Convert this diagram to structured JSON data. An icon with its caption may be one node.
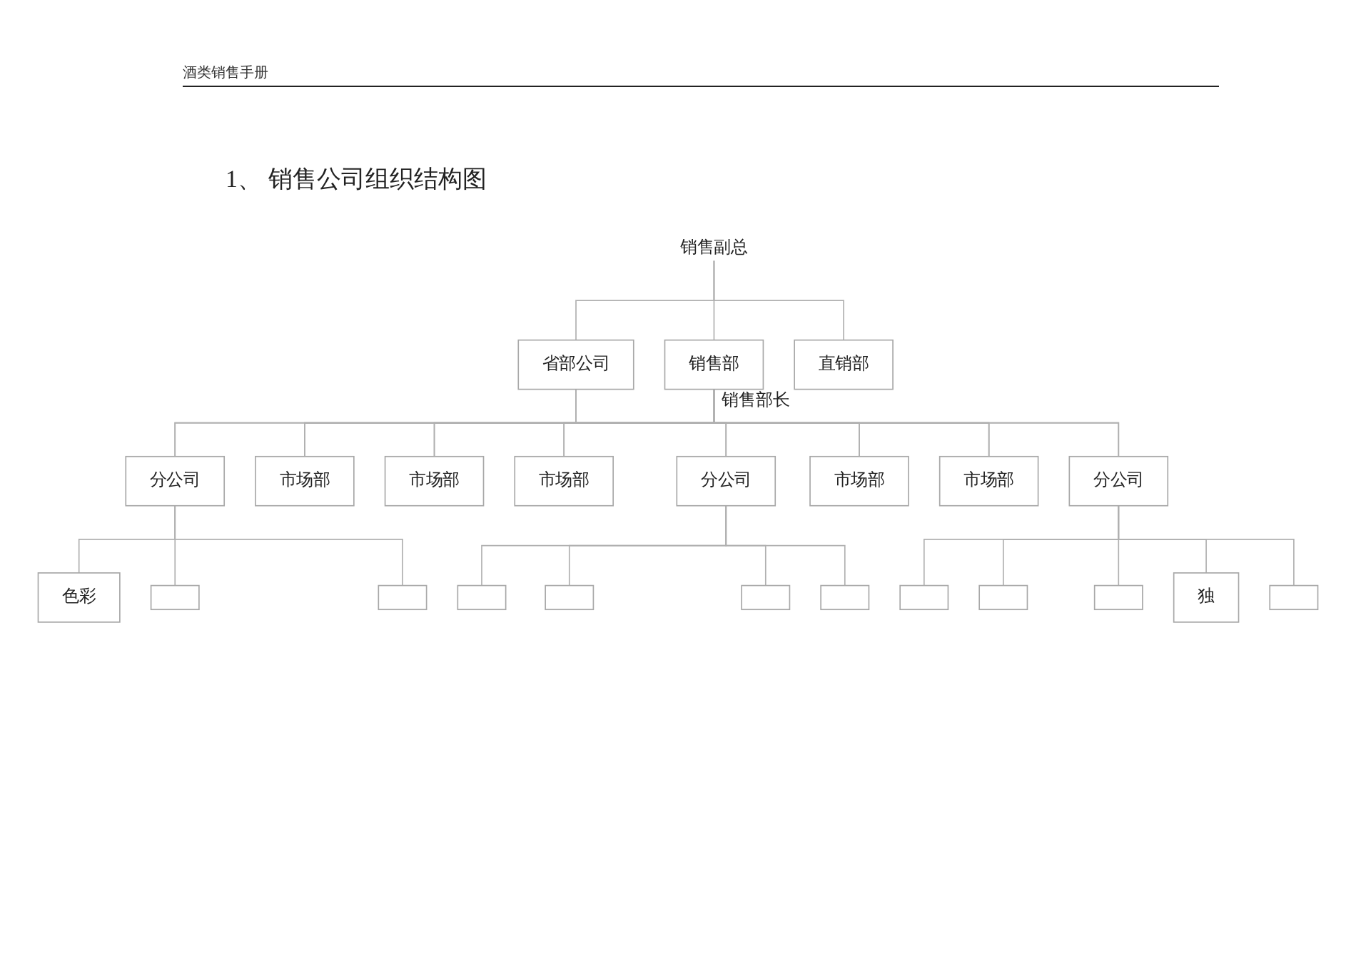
{
  "diagram": {
    "title": "1、 销售公司组织结构图",
    "nodes": [
      {
        "text": [
          "销售副总"
        ]
      },
      {
        "text": [
          "省部公司"
        ]
      },
      {
        "text": [
          "销售部"
        ],
        "beside": [
          "销售部长"
        ]
      },
      {
        "text": [
          "直销部"
        ]
      },
      {
        "text": [
          "分公司"
        ]
      },
      {
        "text": [
          "市场部"
        ]
      },
      {
        "text": [
          "市场部"
        ]
      },
      {
        "text": [
          "市场部"
        ]
      },
      {
        "text": [
          "分公司"
        ]
      },
      {
        "text": [
          "市场部"
        ]
      },
      {
        "text": [
          "市场部"
        ]
      },
      {
        "text": [
          "分公司"
        ]
      },
      {
        "text": [
          "色彩"
        ]
      },
      {
        "text": [],
        "shape": "box"
      },
      {
        "text": [],
        "shape": "box"
      },
      {
        "text": [],
        "shape": "box"
      },
      {
        "text": [],
        "shape": "box"
      },
      {
        "text": [],
        "shape": "box"
      },
      {
        "text": [],
        "shape": "box"
      },
      {
        "text": [],
        "shape": "box"
      },
      {
        "text": [],
        "shape": "box"
      },
      {
        "text": [],
        "shape": "box"
      },
      {
        "text": [
          "独"
        ]
      },
      {
        "text": [],
        "shape": "box"
      }
    ],
    "edges": [
      {
        "from": 0,
        "to": 1,
        "arrow": "none"
      },
      {
        "from": 0,
        "to": 2,
        "arrow": "none"
      },
      {
        "from": 0,
        "to": 3,
        "arrow": "none"
      },
      {
        "from": 1,
        "to": 4,
        "arrow": "none"
      },
      {
        "from": 1,
        "to": 5,
        "arrow": "none"
      },
      {
        "from": 1,
        "to": 6,
        "arrow": "none"
      },
      {
        "from": 1,
        "to": 7,
        "arrow": "none"
      },
      {
        "from": 1,
        "to": 8,
        "arrow": "none"
      },
      {
        "from": 1,
        "to": 9,
        "arrow": "none"
      },
      {
        "from": 1,
        "to": 10,
        "arrow": "none"
      },
      {
        "from": 1,
        "to": 11,
        "arrow": "none"
      },
      {
        "from": 2,
        "to": 4,
        "arrow": "none"
      },
      {
        "from": 2,
        "to": 5,
        "arrow": "none"
      },
      {
        "from": 2,
        "to": 6,
        "arrow": "none"
      },
      {
        "from": 2,
        "to": 7,
        "arrow": "none"
      },
      {
        "from": 2,
        "to": 8,
        "arrow": "none"
      },
      {
        "from": 2,
        "to": 9,
        "arrow": "none"
      },
      {
        "from": 2,
        "to": 10,
        "arrow": "none"
      },
      {
        "from": 2,
        "to": 11,
        "arrow": "none"
      },
      {
        "from": 4,
        "to": 12,
        "arrow": "none"
      },
      {
        "from": 4,
        "to": 13,
        "arrow": "none"
      },
      {
        "from": 4,
        "to": 14,
        "arrow": "none"
      },
      {
        "from": 8,
        "to": 15,
        "arrow": "none"
      },
      {
        "from": 8,
        "to": 16,
        "arrow": "none"
      },
      {
        "from": 8,
        "to": 17,
        "arrow": "none"
      },
      {
        "from": 8,
        "to": 18,
        "arrow": "none"
      },
      {
        "from": 11,
        "to": 19,
        "arrow": "none"
      },
      {
        "from": 11,
        "to": 20,
        "arrow": "none"
      },
      {
        "from": 11,
        "to": 21,
        "arrow": "none"
      },
      {
        "from": 11,
        "to": 22,
        "arrow": "none"
      },
      {
        "from": 11,
        "to": 23,
        "arrow": "none"
      }
    ],
    "labels": [
      "酒类销售手册"
    ]
  }
}
